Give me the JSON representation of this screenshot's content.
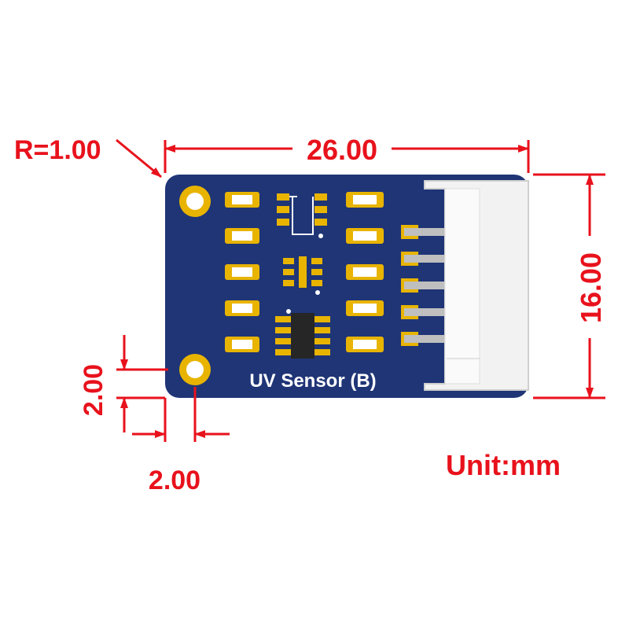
{
  "board": {
    "silkscreen_label": "UV Sensor (B)",
    "pcb_color": "#1f3576",
    "pad_color": "#e8b400",
    "connector_color": "#f2f2f2"
  },
  "dimensions": {
    "corner_radius": "R=1.00",
    "width": "26.00",
    "height": "16.00",
    "hole_offset_vertical": "2.00",
    "hole_offset_horizontal": "2.00",
    "annotation_color": "#e8121c"
  },
  "units": {
    "label": "Unit:mm"
  }
}
